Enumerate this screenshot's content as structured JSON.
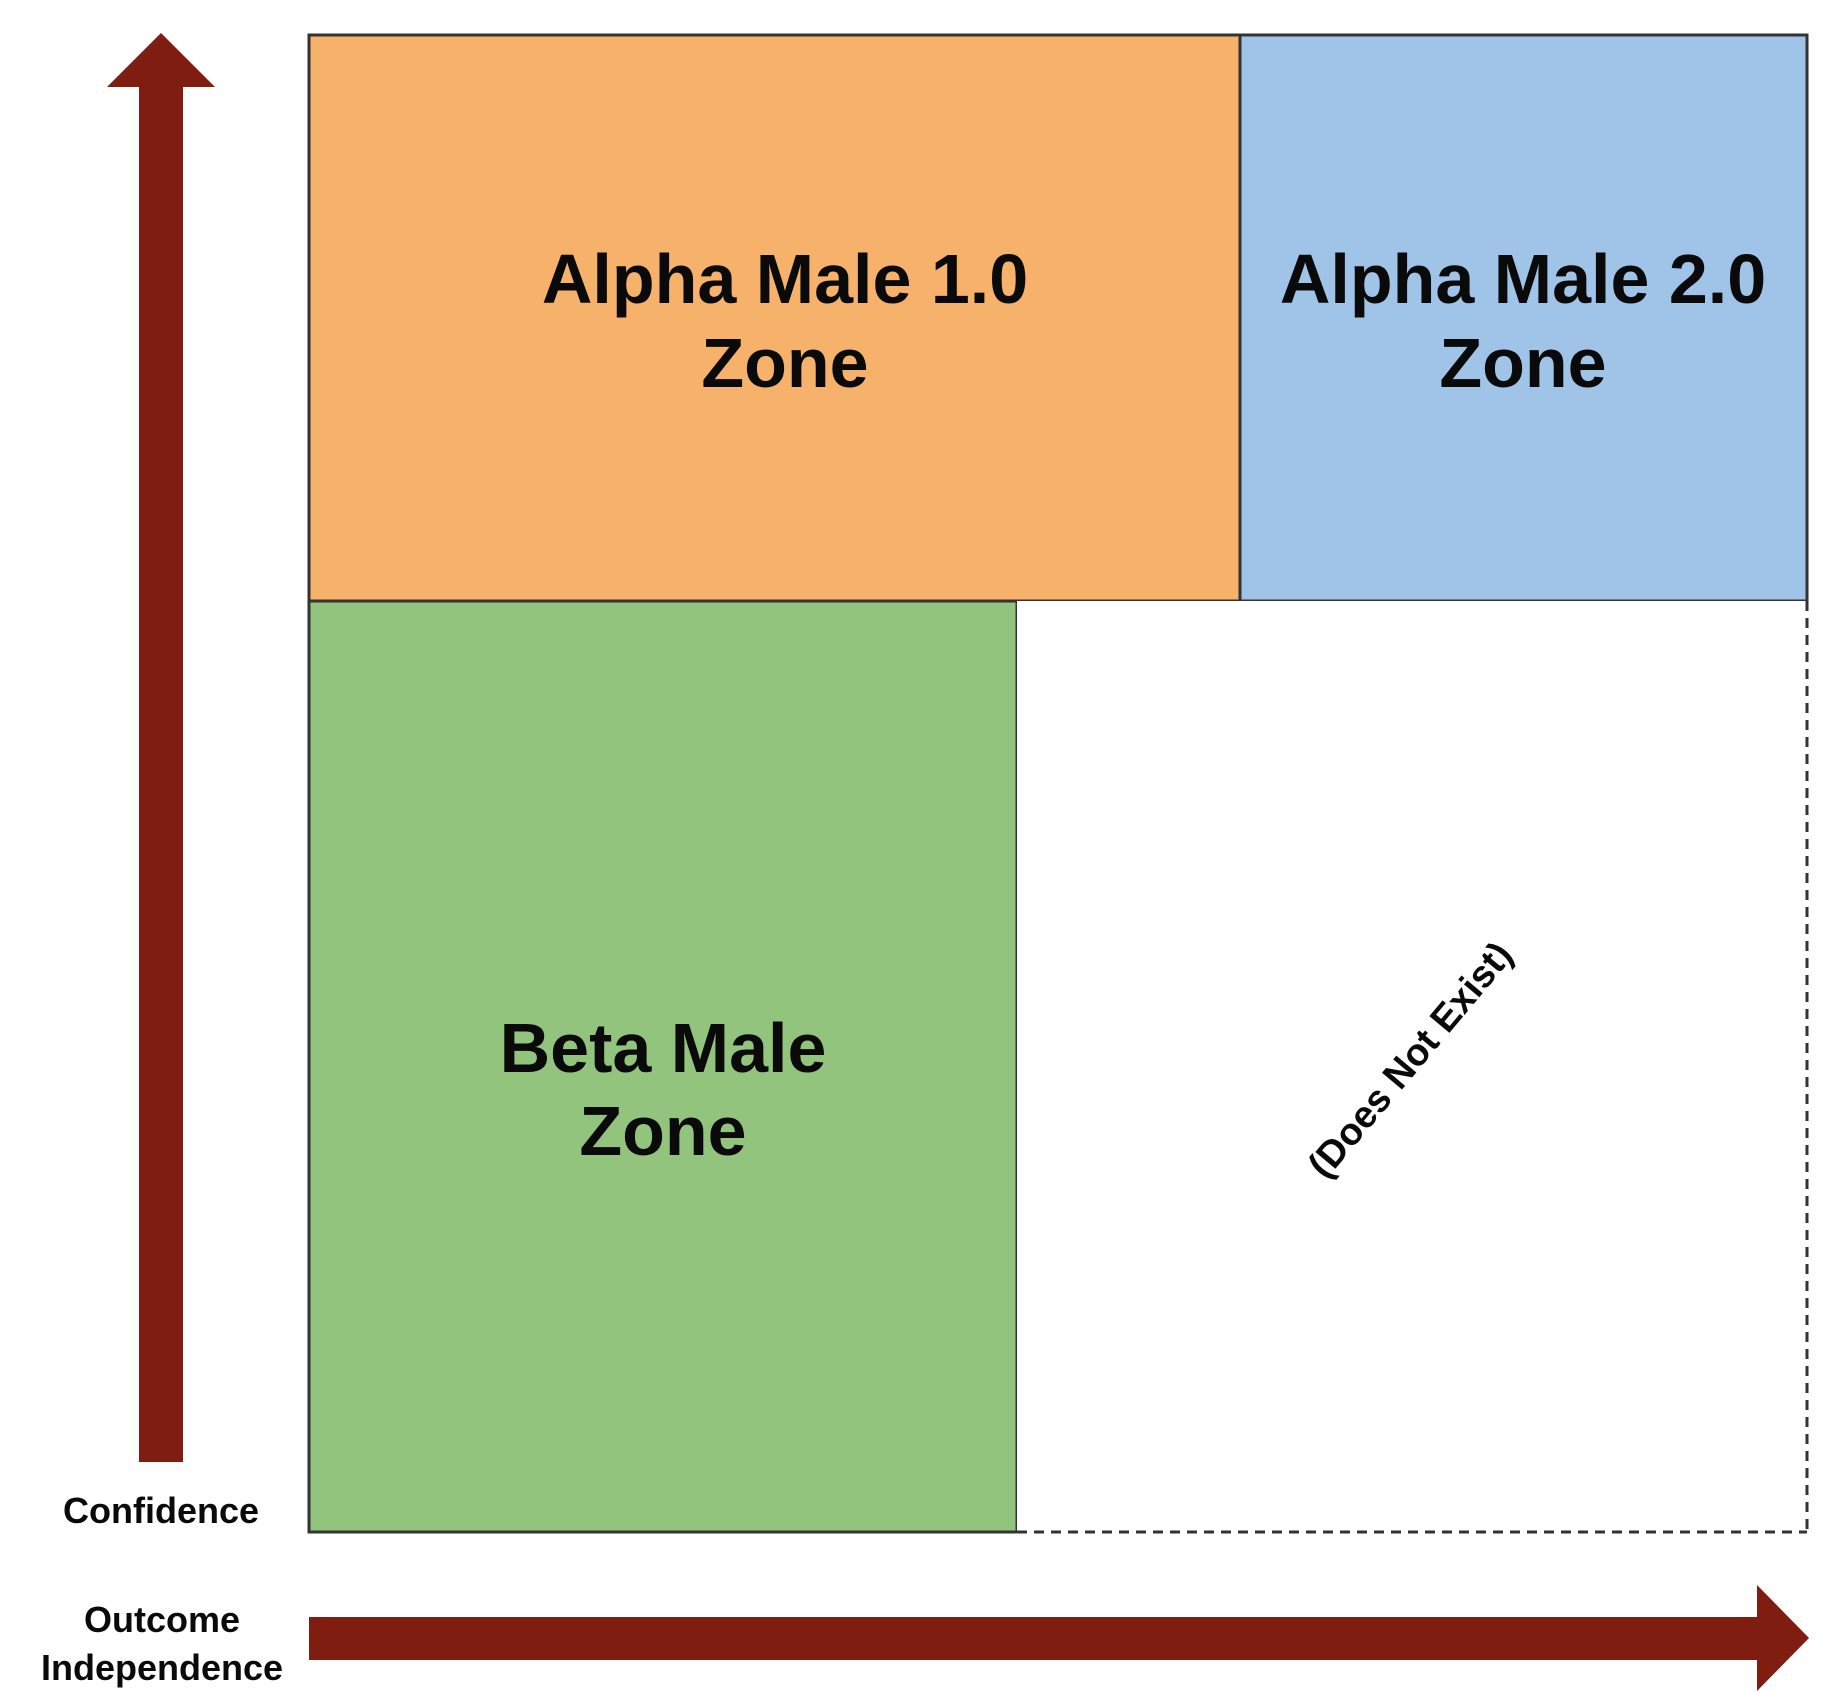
{
  "zones": {
    "alpha1": {
      "line1": "Alpha Male 1.0",
      "line2": "Zone",
      "color": "#F6B26B"
    },
    "alpha2": {
      "line1": "Alpha Male 2.0",
      "line2": "Zone",
      "color": "#A0C4E8"
    },
    "beta": {
      "line1": "Beta Male",
      "line2": "Zone",
      "color": "#93C47D"
    },
    "empty": {
      "label": "(Does Not Exist)",
      "color": "#FFFFFF"
    }
  },
  "axes": {
    "y_label": "Confidence",
    "x_label_line1": "Outcome",
    "x_label_line2": "Independence",
    "arrow_color": "#7F1D10"
  },
  "colors": {
    "border": "#333333"
  }
}
